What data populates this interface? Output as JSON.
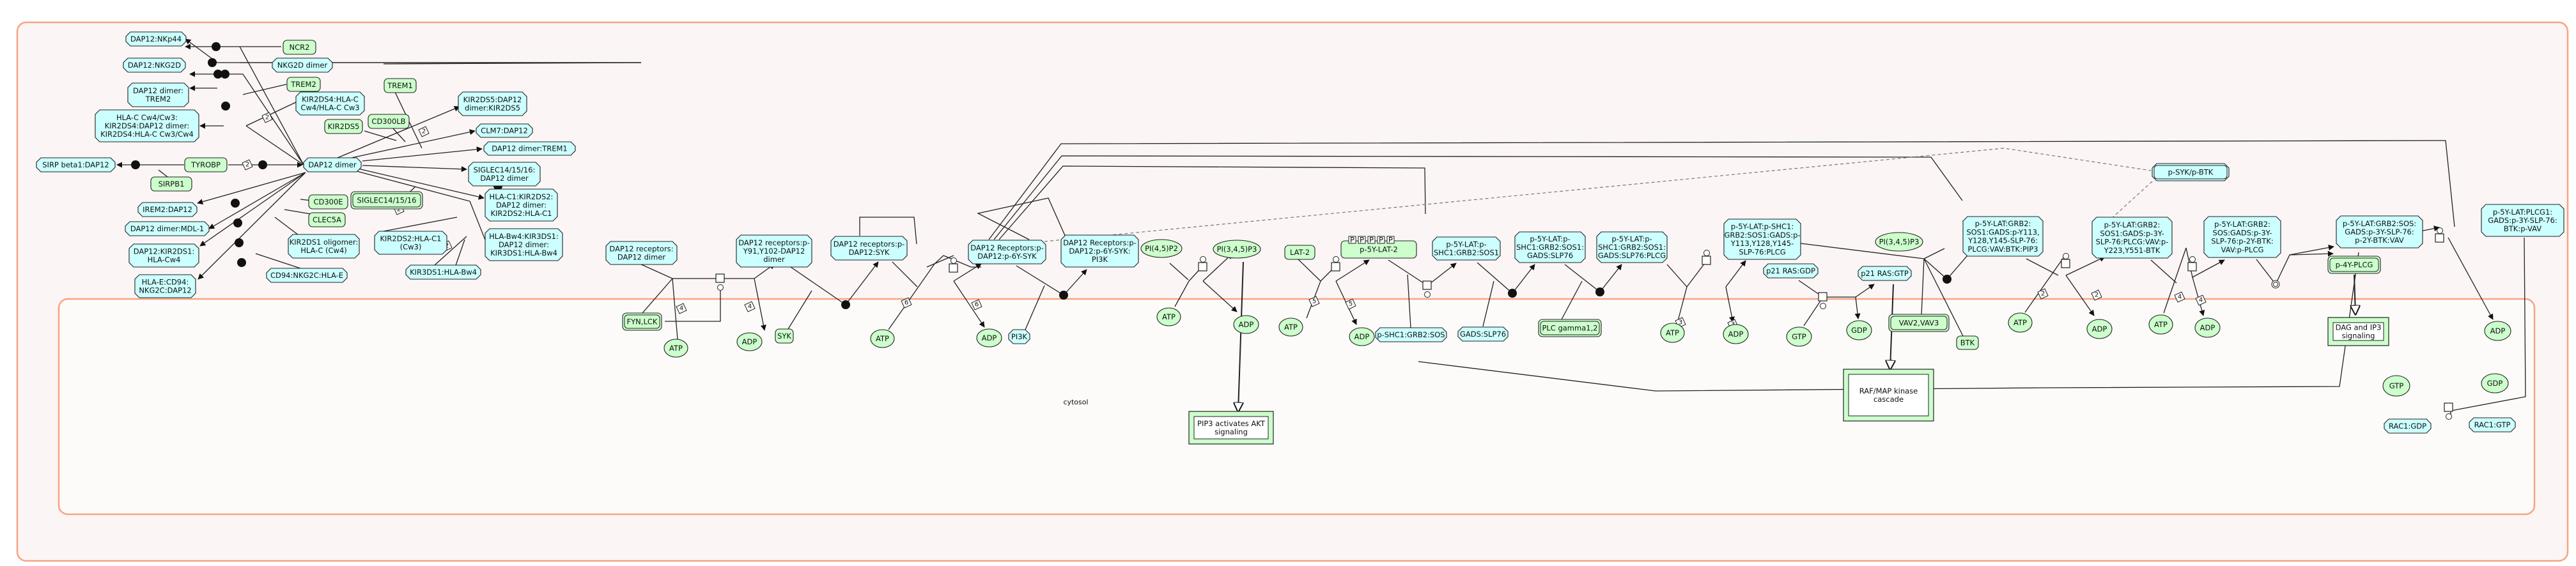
{
  "compartments": {
    "outer": {
      "label": "",
      "border_color": "#f4a582",
      "fill": "#fbf5f5"
    },
    "cytosol": {
      "label": "cytosol",
      "border_color": "#f4a582",
      "fill": "#fdfbfa"
    }
  },
  "colors": {
    "complex_fill": "#ccffff",
    "protein_fill": "#ccffcc",
    "small_molecule_fill": "#ccffcc",
    "pathway_fill": "#ccffcc",
    "stroke": "#222222",
    "compartment_border": "#f4a582"
  },
  "nodes": [
    {
      "id": "n_dap12_nkp44",
      "type": "complex",
      "label": [
        "DAP12:NKp44"
      ]
    },
    {
      "id": "n_ncr2",
      "type": "protein",
      "label": [
        "NCR2"
      ]
    },
    {
      "id": "n_dap12_nkg2d",
      "type": "complex",
      "label": [
        "DAP12:NKG2D"
      ]
    },
    {
      "id": "n_nkg2d_dimer",
      "type": "complex",
      "label": [
        "NKG2D dimer"
      ]
    },
    {
      "id": "n_dap12_trem2",
      "type": "complex",
      "label": [
        "DAP12 dimer:",
        "TREM2"
      ]
    },
    {
      "id": "n_trem2",
      "type": "protein",
      "label": [
        "TREM2"
      ]
    },
    {
      "id": "n_hlac_kir2ds4_complex",
      "type": "complex",
      "label": [
        "HLA-C Cw4/Cw3:",
        "KIR2DS4:DAP12 dimer:",
        "KIR2DS4:HLA-C Cw3/Cw4"
      ]
    },
    {
      "id": "n_kir2ds4_hlac",
      "type": "complex",
      "label": [
        "KIR2DS4:HLA-C",
        "Cw4/HLA-C Cw3"
      ]
    },
    {
      "id": "n_trem1",
      "type": "protein",
      "label": [
        "TREM1"
      ]
    },
    {
      "id": "n_kir2ds5",
      "type": "protein",
      "label": [
        "KIR2DS5"
      ]
    },
    {
      "id": "n_cd300lb",
      "type": "protein",
      "label": [
        "CD300LB"
      ]
    },
    {
      "id": "n_kir2ds5_dap12",
      "type": "complex",
      "label": [
        "KIR2DS5:DAP12",
        "dimer:KIR2DS5"
      ]
    },
    {
      "id": "n_clm7_dap12",
      "type": "complex",
      "label": [
        "CLM7:DAP12"
      ]
    },
    {
      "id": "n_dap12_trem1",
      "type": "complex",
      "label": [
        "DAP12 dimer:TREM1"
      ]
    },
    {
      "id": "n_sirpb1_dap12",
      "type": "complex",
      "label": [
        "SIRP beta1:DAP12"
      ]
    },
    {
      "id": "n_tyrobp",
      "type": "protein",
      "label": [
        "TYROBP"
      ]
    },
    {
      "id": "n_sirpb1",
      "type": "protein",
      "label": [
        "SIRPB1"
      ]
    },
    {
      "id": "n_dap12_dimer",
      "type": "complex",
      "label": [
        "DAP12 dimer"
      ]
    },
    {
      "id": "n_siglec_dap12",
      "type": "complex",
      "label": [
        "SIGLEC14/15/16:",
        "DAP12 dimer"
      ]
    },
    {
      "id": "n_hlac1_kir2ds2",
      "type": "complex",
      "label": [
        "HLA-C1:KIR2DS2:",
        "DAP12 dimer:",
        "KIR2DS2:HLA-C1"
      ]
    },
    {
      "id": "n_irem2_dap12",
      "type": "complex",
      "label": [
        "IREM2:DAP12"
      ]
    },
    {
      "id": "n_cd300e",
      "type": "protein",
      "label": [
        "CD300E"
      ]
    },
    {
      "id": "n_siglec",
      "type": "protein_set",
      "label": [
        "SIGLEC14/15/16"
      ]
    },
    {
      "id": "n_dap12_mdl1",
      "type": "complex",
      "label": [
        "DAP12 dimer:MDL-1"
      ]
    },
    {
      "id": "n_clec5a",
      "type": "protein",
      "label": [
        "CLEC5A"
      ]
    },
    {
      "id": "n_dap12_kir2ds1",
      "type": "complex",
      "label": [
        "DAP12:KIR2DS1:",
        "HLA-Cw4"
      ]
    },
    {
      "id": "n_kir2ds1_oligomer",
      "type": "complex",
      "label": [
        "KIR2DS1 oligomer:",
        "HLA-C (Cw4)"
      ]
    },
    {
      "id": "n_kir2ds2_hlac1",
      "type": "complex",
      "label": [
        "KIR2DS2:HLA-C1",
        "(Cw3)"
      ]
    },
    {
      "id": "n_hlabw4_kir3ds1",
      "type": "complex",
      "label": [
        "HLA-Bw4:KIR3DS1:",
        "DAP12 dimer:",
        "KIR3DS1:HLA-Bw4"
      ]
    },
    {
      "id": "n_hlae_cd94",
      "type": "complex",
      "label": [
        "HLA-E:CD94:",
        "NKG2C:DAP12"
      ]
    },
    {
      "id": "n_cd94_nkg2c",
      "type": "complex",
      "label": [
        "CD94:NKG2C:HLA-E"
      ]
    },
    {
      "id": "n_kir3ds1_hlabw4",
      "type": "complex",
      "label": [
        "KIR3DS1:HLA-Bw4"
      ]
    },
    {
      "id": "n_dap12_receptors",
      "type": "complex",
      "label": [
        "DAP12 receptors:",
        "DAP12 dimer"
      ]
    },
    {
      "id": "n_fyn_lck",
      "type": "protein_set",
      "label": [
        "FYN,LCK"
      ]
    },
    {
      "id": "n_atp_1",
      "type": "small",
      "label": [
        "ATP"
      ]
    },
    {
      "id": "n_adp_1",
      "type": "small",
      "label": [
        "ADP"
      ]
    },
    {
      "id": "n_dap12_py91",
      "type": "complex",
      "label": [
        "DAP12 receptors:p-",
        "Y91,Y102-DAP12",
        "dimer"
      ]
    },
    {
      "id": "n_syk",
      "type": "protein",
      "label": [
        "SYK"
      ]
    },
    {
      "id": "n_dap12_syk",
      "type": "complex",
      "label": [
        "DAP12 receptors:p-",
        "DAP12:SYK"
      ]
    },
    {
      "id": "n_atp_2",
      "type": "small",
      "label": [
        "ATP"
      ]
    },
    {
      "id": "n_adp_2",
      "type": "small",
      "label": [
        "ADP"
      ]
    },
    {
      "id": "n_dap12_p6ysyk",
      "type": "complex",
      "label": [
        "DAP12 Receptors:p-",
        "DAP12:p-6Y-SYK"
      ]
    },
    {
      "id": "n_pi3k",
      "type": "complex",
      "label": [
        "PI3K"
      ]
    },
    {
      "id": "n_dap12_pi3k",
      "type": "complex",
      "label": [
        "DAP12 Receptors:p-",
        "DAP12:p-6Y-SYK:",
        "PI3K"
      ]
    },
    {
      "id": "n_pi45p2",
      "type": "small",
      "label": [
        "PI(4,5)P2"
      ]
    },
    {
      "id": "n_atp_3",
      "type": "small",
      "label": [
        "ATP"
      ]
    },
    {
      "id": "n_pip3_1",
      "type": "small",
      "label": [
        "PI(3,4,5)P3"
      ]
    },
    {
      "id": "n_adp_3",
      "type": "small",
      "label": [
        "ADP"
      ]
    },
    {
      "id": "n_lat2",
      "type": "protein",
      "label": [
        "LAT-2"
      ]
    },
    {
      "id": "n_atp_4",
      "type": "small",
      "label": [
        "ATP"
      ]
    },
    {
      "id": "n_adp_4",
      "type": "small",
      "label": [
        "ADP"
      ]
    },
    {
      "id": "n_p5y_lat2",
      "type": "protein",
      "label": [
        "p-5Y-LAT-2"
      ],
      "modifications": [
        "P",
        "P",
        "P",
        "P",
        "P"
      ]
    },
    {
      "id": "n_pshc1_grb2_sos",
      "type": "complex",
      "label": [
        "p-SHC1:GRB2:SOS"
      ]
    },
    {
      "id": "n_lat_shc1",
      "type": "complex",
      "label": [
        "p-5Y-LAT:p-",
        "SHC1:GRB2:SOS1"
      ]
    },
    {
      "id": "n_gads_slp76",
      "type": "complex",
      "label": [
        "GADS:SLP76"
      ]
    },
    {
      "id": "n_lat_shc1_gads",
      "type": "complex",
      "label": [
        "p-5Y-LAT:p-",
        "SHC1:GRB2:SOS1:",
        "GADS:SLP76"
      ]
    },
    {
      "id": "n_plcg12",
      "type": "protein_set",
      "label": [
        "PLC gamma1,2"
      ]
    },
    {
      "id": "n_lat_shc1_gads_plcg",
      "type": "complex",
      "label": [
        "p-5Y-LAT:p-",
        "SHC1:GRB2:SOS1:",
        "GADS:SLP76:PLCG"
      ]
    },
    {
      "id": "n_atp_5",
      "type": "small",
      "label": [
        "ATP"
      ]
    },
    {
      "id": "n_adp_5",
      "type": "small",
      "label": [
        "ADP"
      ]
    },
    {
      "id": "n_lat_shc1_gads_py",
      "type": "complex",
      "label": [
        "p-5Y-LAT:p-SHC1:",
        "GRB2:SOS1:GADS:p-",
        "Y113,Y128,Y145-",
        "SLP-76:PLCG"
      ]
    },
    {
      "id": "n_p21ras_gdp",
      "type": "complex",
      "label": [
        "p21 RAS:GDP"
      ]
    },
    {
      "id": "n_gtp_1",
      "type": "small",
      "label": [
        "GTP"
      ]
    },
    {
      "id": "n_gdp_1",
      "type": "small",
      "label": [
        "GDP"
      ]
    },
    {
      "id": "n_p21ras_gtp",
      "type": "complex",
      "label": [
        "p21 RAS:GTP"
      ]
    },
    {
      "id": "n_pip3_2",
      "type": "small",
      "label": [
        "PI(3,4,5)P3"
      ]
    },
    {
      "id": "n_vav23",
      "type": "protein_set",
      "label": [
        "VAV2,VAV3"
      ]
    },
    {
      "id": "n_btk",
      "type": "protein",
      "label": [
        "BTK"
      ]
    },
    {
      "id": "n_lat_vav_btk_pip3",
      "type": "complex",
      "label": [
        "p-5Y-LAT:GRB2:",
        "SOS1:GADS:p-Y113,",
        "Y128,Y145-SLP-76:",
        "PLCG:VAV:BTK:PIP3"
      ]
    },
    {
      "id": "n_atp_6",
      "type": "small",
      "label": [
        "ATP"
      ]
    },
    {
      "id": "n_adp_6",
      "type": "small",
      "label": [
        "ADP"
      ]
    },
    {
      "id": "n_psyk_pbtk",
      "type": "complex_set",
      "label": [
        "p-SYK/p-BTK"
      ]
    },
    {
      "id": "n_lat_py223",
      "type": "complex",
      "label": [
        "p-5Y-LAT:GRB2:",
        "SOS1:GADS:p-3Y-",
        "SLP-76:PLCG:VAV:p-",
        "Y223,Y551-BTK"
      ]
    },
    {
      "id": "n_atp_7",
      "type": "small",
      "label": [
        "ATP"
      ]
    },
    {
      "id": "n_adp_7",
      "type": "small",
      "label": [
        "ADP"
      ]
    },
    {
      "id": "n_lat_pplcg",
      "type": "complex",
      "label": [
        "p-5Y-LAT:GRB2:",
        "SOS:GADS:p-3Y-",
        "SLP-76:p-2Y-BTK:",
        "VAV:p-PLCG"
      ]
    },
    {
      "id": "n_lat_btk_vav",
      "type": "complex",
      "label": [
        "p-5Y-LAT:GRB2:SOS:",
        "GADS:p-3Y-SLP-76:",
        "p-2Y-BTK:VAV"
      ]
    },
    {
      "id": "n_p4y_plcg",
      "type": "protein_set",
      "label": [
        "p-4Y-PLCG"
      ]
    },
    {
      "id": "n_dag_ip3",
      "type": "pathway",
      "label": [
        "DAG and IP3",
        "signaling"
      ]
    },
    {
      "id": "n_lat_plcg1_pvav",
      "type": "complex",
      "label": [
        "p-5Y-LAT:PLCG1:",
        "GADS:p-3Y-SLP-76:",
        "BTK:p-VAV"
      ]
    },
    {
      "id": "n_adp_8",
      "type": "small",
      "label": [
        "ADP"
      ]
    },
    {
      "id": "n_pip3_akt",
      "type": "pathway",
      "label": [
        "PIP3 activates AKT",
        "signaling"
      ]
    },
    {
      "id": "n_raf_map",
      "type": "pathway",
      "label": [
        "RAF/MAP kinase",
        "cascade"
      ]
    },
    {
      "id": "n_gtp_2",
      "type": "small",
      "label": [
        "GTP"
      ]
    },
    {
      "id": "n_gdp_2",
      "type": "small",
      "label": [
        "GDP"
      ]
    },
    {
      "id": "n_rac1_gdp",
      "type": "complex",
      "label": [
        "RAC1:GDP"
      ]
    },
    {
      "id": "n_rac1_gtp",
      "type": "complex",
      "label": [
        "RAC1:GTP"
      ]
    }
  ],
  "stoichiometry_badges": [
    "2",
    "2",
    "2",
    "2",
    "2",
    "4",
    "4",
    "6",
    "6",
    "5",
    "5",
    "3",
    "3",
    "2",
    "2",
    "4",
    "4"
  ]
}
